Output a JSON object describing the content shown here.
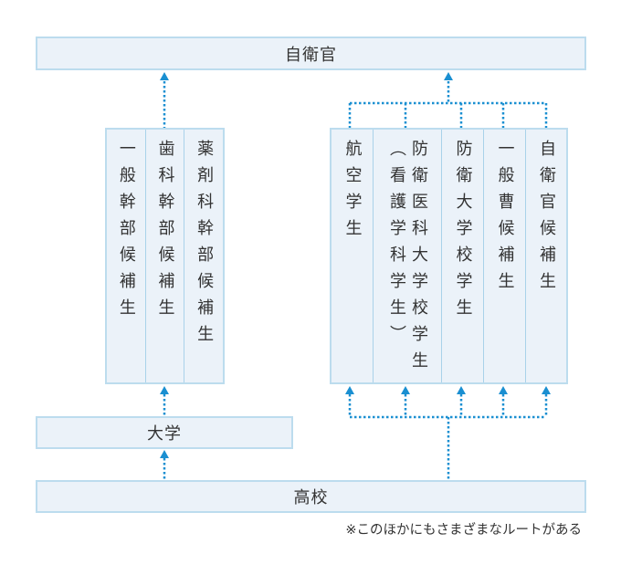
{
  "top_box": {
    "label": "自衛官"
  },
  "left_group": {
    "columns": [
      {
        "lines": [
          "一般幹部候補生"
        ]
      },
      {
        "lines": [
          "歯科幹部候補生"
        ]
      },
      {
        "lines": [
          "薬剤科幹部候補生"
        ]
      }
    ]
  },
  "right_group": {
    "columns": [
      {
        "lines": [
          "航空学生"
        ]
      },
      {
        "lines": [
          "防衛医科大学校学生",
          "（看護学科学生）"
        ]
      },
      {
        "lines": [
          "防衛大学校学生"
        ]
      },
      {
        "lines": [
          "一般曹候補生"
        ]
      },
      {
        "lines": [
          "自衛官候補生"
        ]
      }
    ]
  },
  "university_box": {
    "label": "大学"
  },
  "highschool_box": {
    "label": "高校"
  },
  "footnote": "※このほかにもさまざまなルートがある",
  "colors": {
    "box_fill": "#ebf2f9",
    "box_border": "#bcdcee",
    "arrow": "#1a8fd1",
    "text": "#333333"
  }
}
